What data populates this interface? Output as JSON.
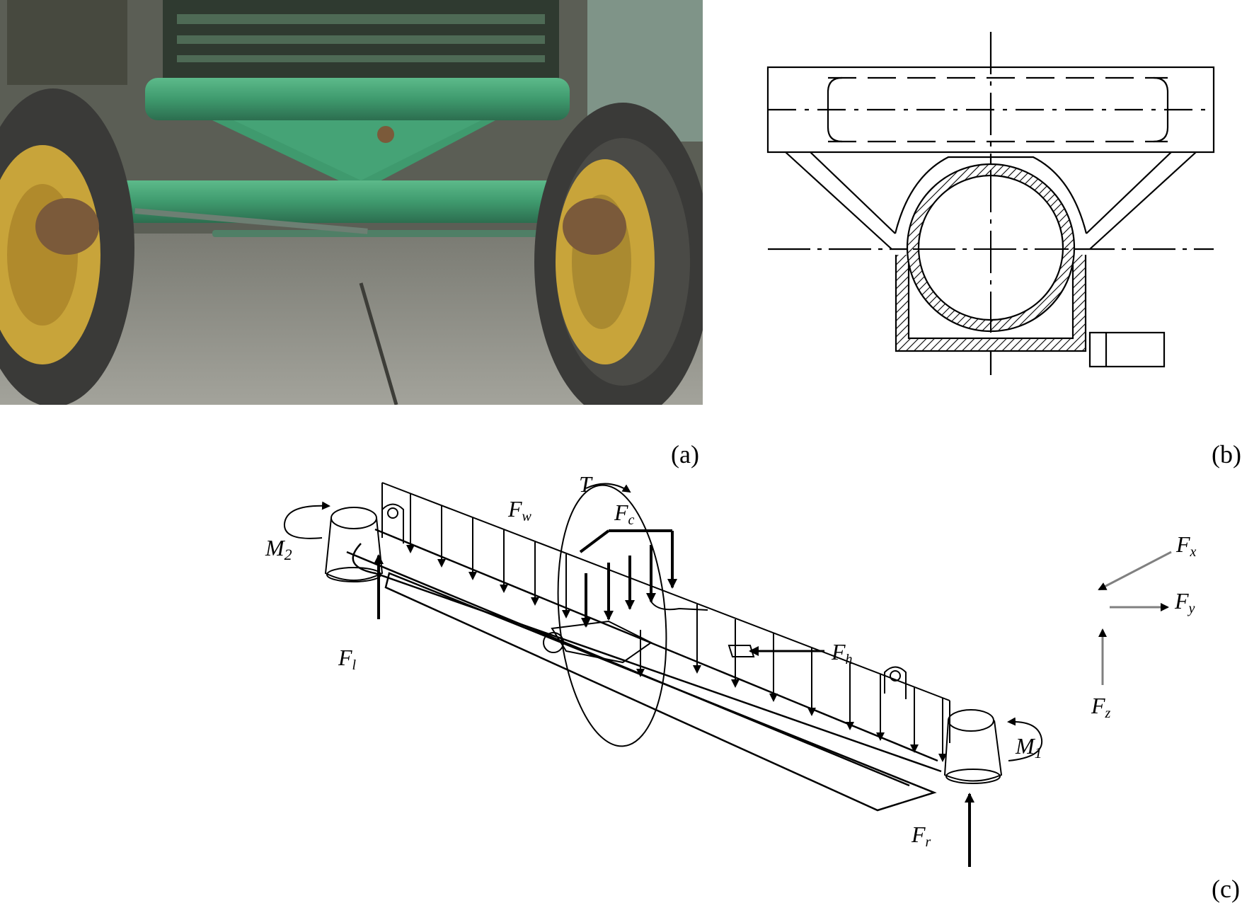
{
  "captions": {
    "a": "(a)",
    "b": "(b)",
    "c": "(c)"
  },
  "diagram_c": {
    "labels": {
      "T": "T",
      "Fw": "F",
      "Fw_sub": "w",
      "Fc": "F",
      "Fc_sub": "c",
      "M2": "M",
      "M2_sub": "2",
      "M1": "M",
      "M1_sub": "1",
      "Fl": "F",
      "Fl_sub": "l",
      "Fr": "F",
      "Fr_sub": "r",
      "Fh": "F",
      "Fh_sub": "h"
    },
    "axes": {
      "Fx": "F",
      "Fx_sub": "x",
      "Fy": "F",
      "Fy_sub": "y",
      "Fz": "F",
      "Fz_sub": "z"
    }
  },
  "colors": {
    "axle_green": "#3f9a6e",
    "rim_yellow": "#c8a43a",
    "tire_dark": "#3a3a38",
    "concrete": "#8a8a82"
  }
}
